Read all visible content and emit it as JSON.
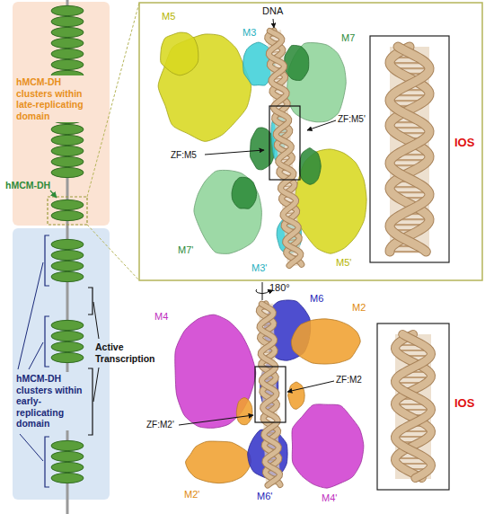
{
  "diagram": {
    "nodes": [
      {
        "text": [
          "hMCM-DH clusters within late-replicating domain"
        ]
      },
      {
        "text": [
          "hMCM-DH clusters within early-replicating domain"
        ]
      }
    ],
    "labels": [
      "hMCM-DH",
      "Active Transcription",
      "M5",
      "M3",
      "DNA",
      "M7",
      "ZF:M5'",
      "ZF:M5",
      "M7'",
      "M3'",
      "M5'",
      "IOS",
      "180°",
      "M6",
      "M4",
      "M2",
      "ZF:M2",
      "ZF:M2'",
      "M6'",
      "M4'",
      "M2'",
      "IOS"
    ]
  }
}
